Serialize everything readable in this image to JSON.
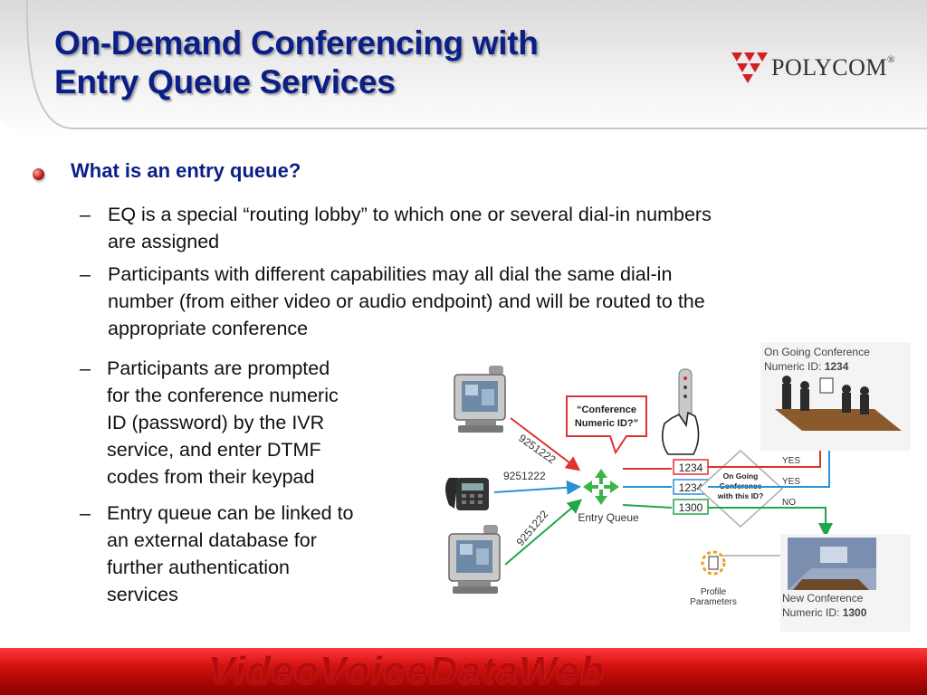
{
  "title": {
    "line1": "On-Demand Conferencing with",
    "line2": "Entry Queue Services"
  },
  "logo": {
    "text": "POLYCOM",
    "reg": "®"
  },
  "heading": "What is an entry queue?",
  "bullets": [
    {
      "line1": "EQ is a special “routing lobby” to which one or several dial-in numbers",
      "line2": "are assigned"
    },
    {
      "line1": "Participants with different capabilities may all dial the same dial-in",
      "line2": "number (from either video or audio endpoint) and will be routed to the",
      "line3": "appropriate conference"
    },
    {
      "line1": "Participants are prompted",
      "line2": "for the conference numeric",
      "line3": "ID (password) by the IVR",
      "line4": "service, and enter DTMF",
      "line5": "codes from their keypad"
    },
    {
      "line1": "Entry queue can be linked to",
      "line2": "an external database for",
      "line3": "further authentication",
      "line4": "services"
    }
  ],
  "diagram": {
    "ongoing_label": "On Going Conference",
    "ongoing_id_label": "Numeric ID:",
    "ongoing_id": "1234",
    "prompt_line1": "“Conference",
    "prompt_line2": "Numeric ID?”",
    "dial_number": "9251222",
    "entry_queue": "Entry Queue",
    "code1": "1234",
    "code2": "1234",
    "code3": "1300",
    "decision_line1": "On Going",
    "decision_line2": "Conference",
    "decision_line3": "with this ID?",
    "yes1": "YES",
    "yes2": "YES",
    "no": "NO",
    "profile_line1": "Profile",
    "profile_line2": "Parameters",
    "new_label": "New Conference",
    "new_id_label": "Numeric ID:",
    "new_id": "1300"
  },
  "footer": {
    "text": "VideoVoiceDataWeb"
  },
  "colors": {
    "title": "#0b1f86",
    "footer": "#c8102e",
    "arrow_red": "#e03030",
    "arrow_blue": "#2b8fd6",
    "arrow_green": "#22a64a"
  }
}
